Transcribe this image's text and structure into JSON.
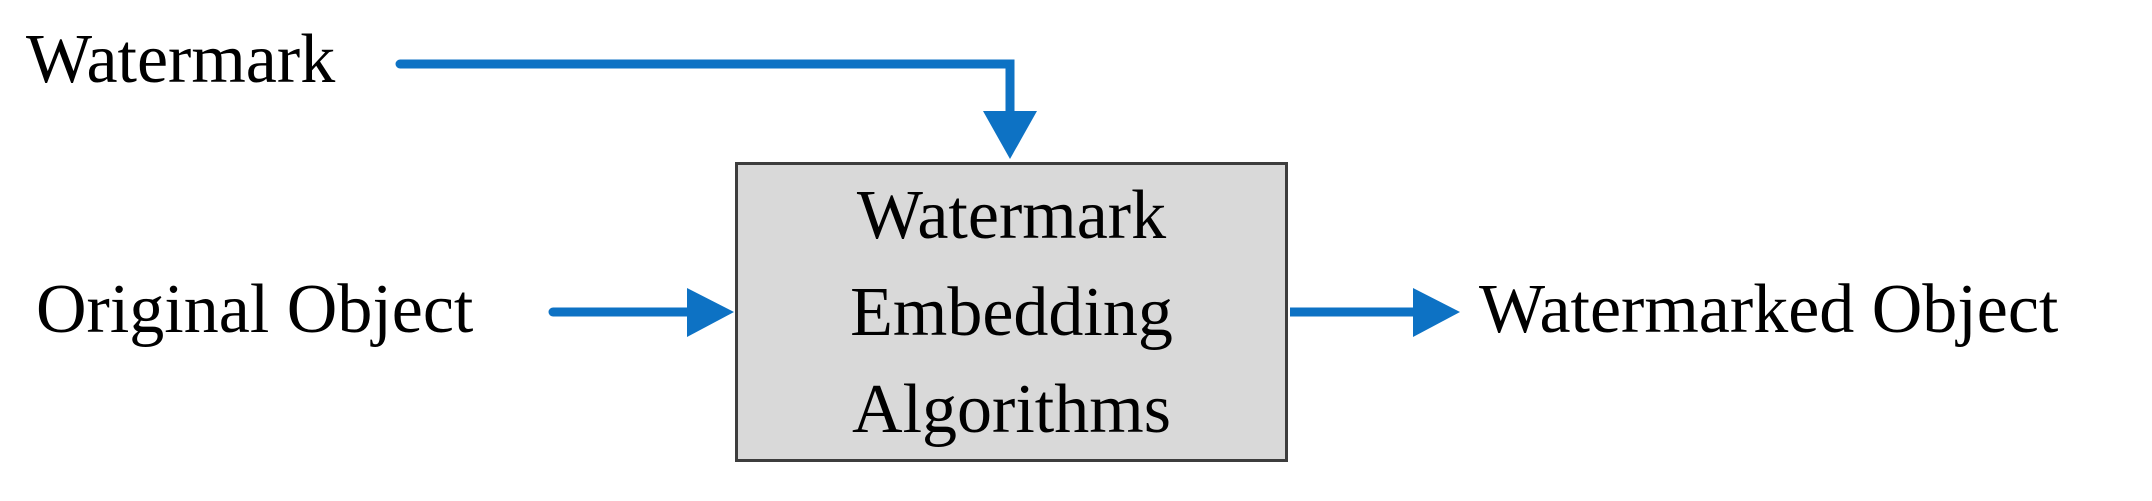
{
  "diagram": {
    "labels": {
      "watermark": "Watermark",
      "original_object": "Original Object",
      "watermarked_object": "Watermarked Object"
    },
    "process_box": {
      "lines": [
        "Watermark",
        "Embedding",
        "Algorithms"
      ]
    },
    "colors": {
      "arrow_blue": "#0d72c4",
      "box_fill": "#d9d9d9",
      "box_border": "#3d3d3d",
      "text": "#000000",
      "background": "#ffffff"
    }
  }
}
